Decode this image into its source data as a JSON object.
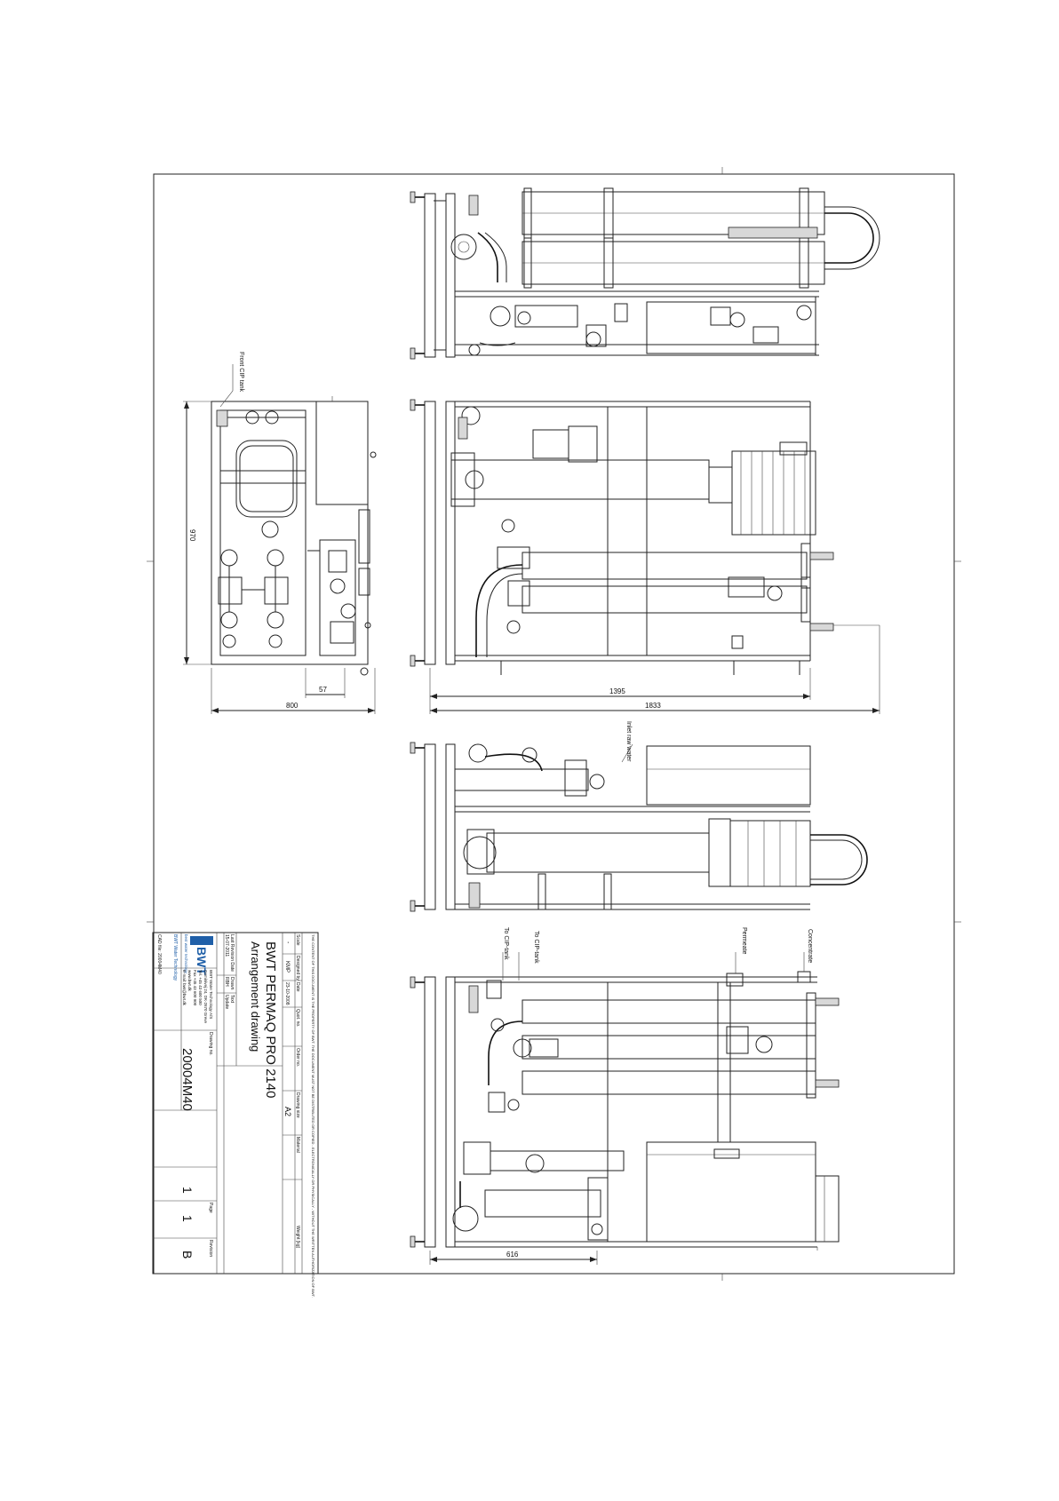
{
  "drawing": {
    "callouts": {
      "front_cip_tank": "Front CIP tank",
      "inlet_raw_water": "Inlet raw water",
      "to_cip_tank_1": "To CIP-tank",
      "to_cip_tank_2": "To CIP-tank",
      "permeate": "Permeate",
      "concentrate": "Concentrate"
    },
    "dimensions": {
      "d970": "970",
      "d800": "800",
      "d57": "57",
      "d1395": "1395",
      "d1833": "1833",
      "d616": "616"
    }
  },
  "title_block": {
    "copyright": "THE CONTENT OF THIS DOCUMENT IS THE PROPERTY OF BWT. THE DOCUMENT MUST NOT BE DISTRIBUTED OR COPIED - ELECTRONICALLY OR PHYSICALLY - WITHOUT THE WRITTEN AUTHORIZATION OF BWT.",
    "headers": {
      "scale": "Scale",
      "designed_by": "Designed by",
      "date": "Date",
      "quot_no": "Quot. no.",
      "order_no": "Order no.",
      "drawing_size": "Drawing size",
      "material": "Material",
      "weight": "Weight [kg]"
    },
    "values": {
      "scale": "-",
      "designed_by": "KMP",
      "date": "23-10-2008",
      "drawing_size": "A2"
    },
    "title": "BWT PERMAQ PRO 2140",
    "subtitle": "Arrangement drawing",
    "revision_headers": {
      "last_revision_date": "Last Revision Date",
      "drawn": "Drawn",
      "text": "Text"
    },
    "revision_values": {
      "last_revision_date": "15-07-2011",
      "drawn": "RBH",
      "text": "Update"
    },
    "drawing_no_label": "Drawing no.",
    "drawing_no": "20004M40",
    "page_label": "Page",
    "page": "1",
    "sheet": "1",
    "revision_label": "Revision",
    "revision": "B",
    "cad_file": "CAD file: 20004M40",
    "company": {
      "logo": "BWT",
      "tagline": "best water technology",
      "strip": "BWT Water Technology",
      "address_lines": [
        "BWT Water Technology A/S",
        "Geminivej 24, DK-2670 Greve",
        "Tel. +45 43 600 500",
        "Fax +45 43 600 900",
        "www.bwt.dk",
        "E-mail: bwt@bwt.dk"
      ]
    }
  }
}
